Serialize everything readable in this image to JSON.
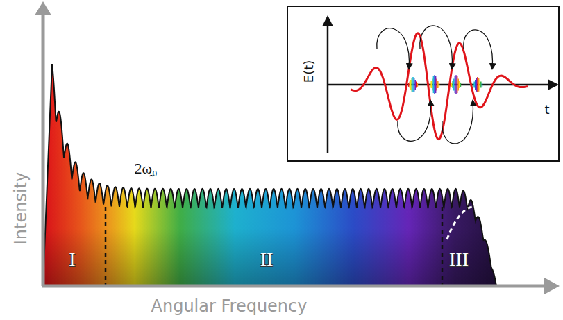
{
  "diagram": {
    "nodes": [
      {
        "text": [
          "E(t)",
          "t"
        ]
      }
    ],
    "labels": [
      "Intensity",
      "Angular Frequency",
      "2ω̰₀",
      "I",
      "II",
      "III"
    ]
  }
}
